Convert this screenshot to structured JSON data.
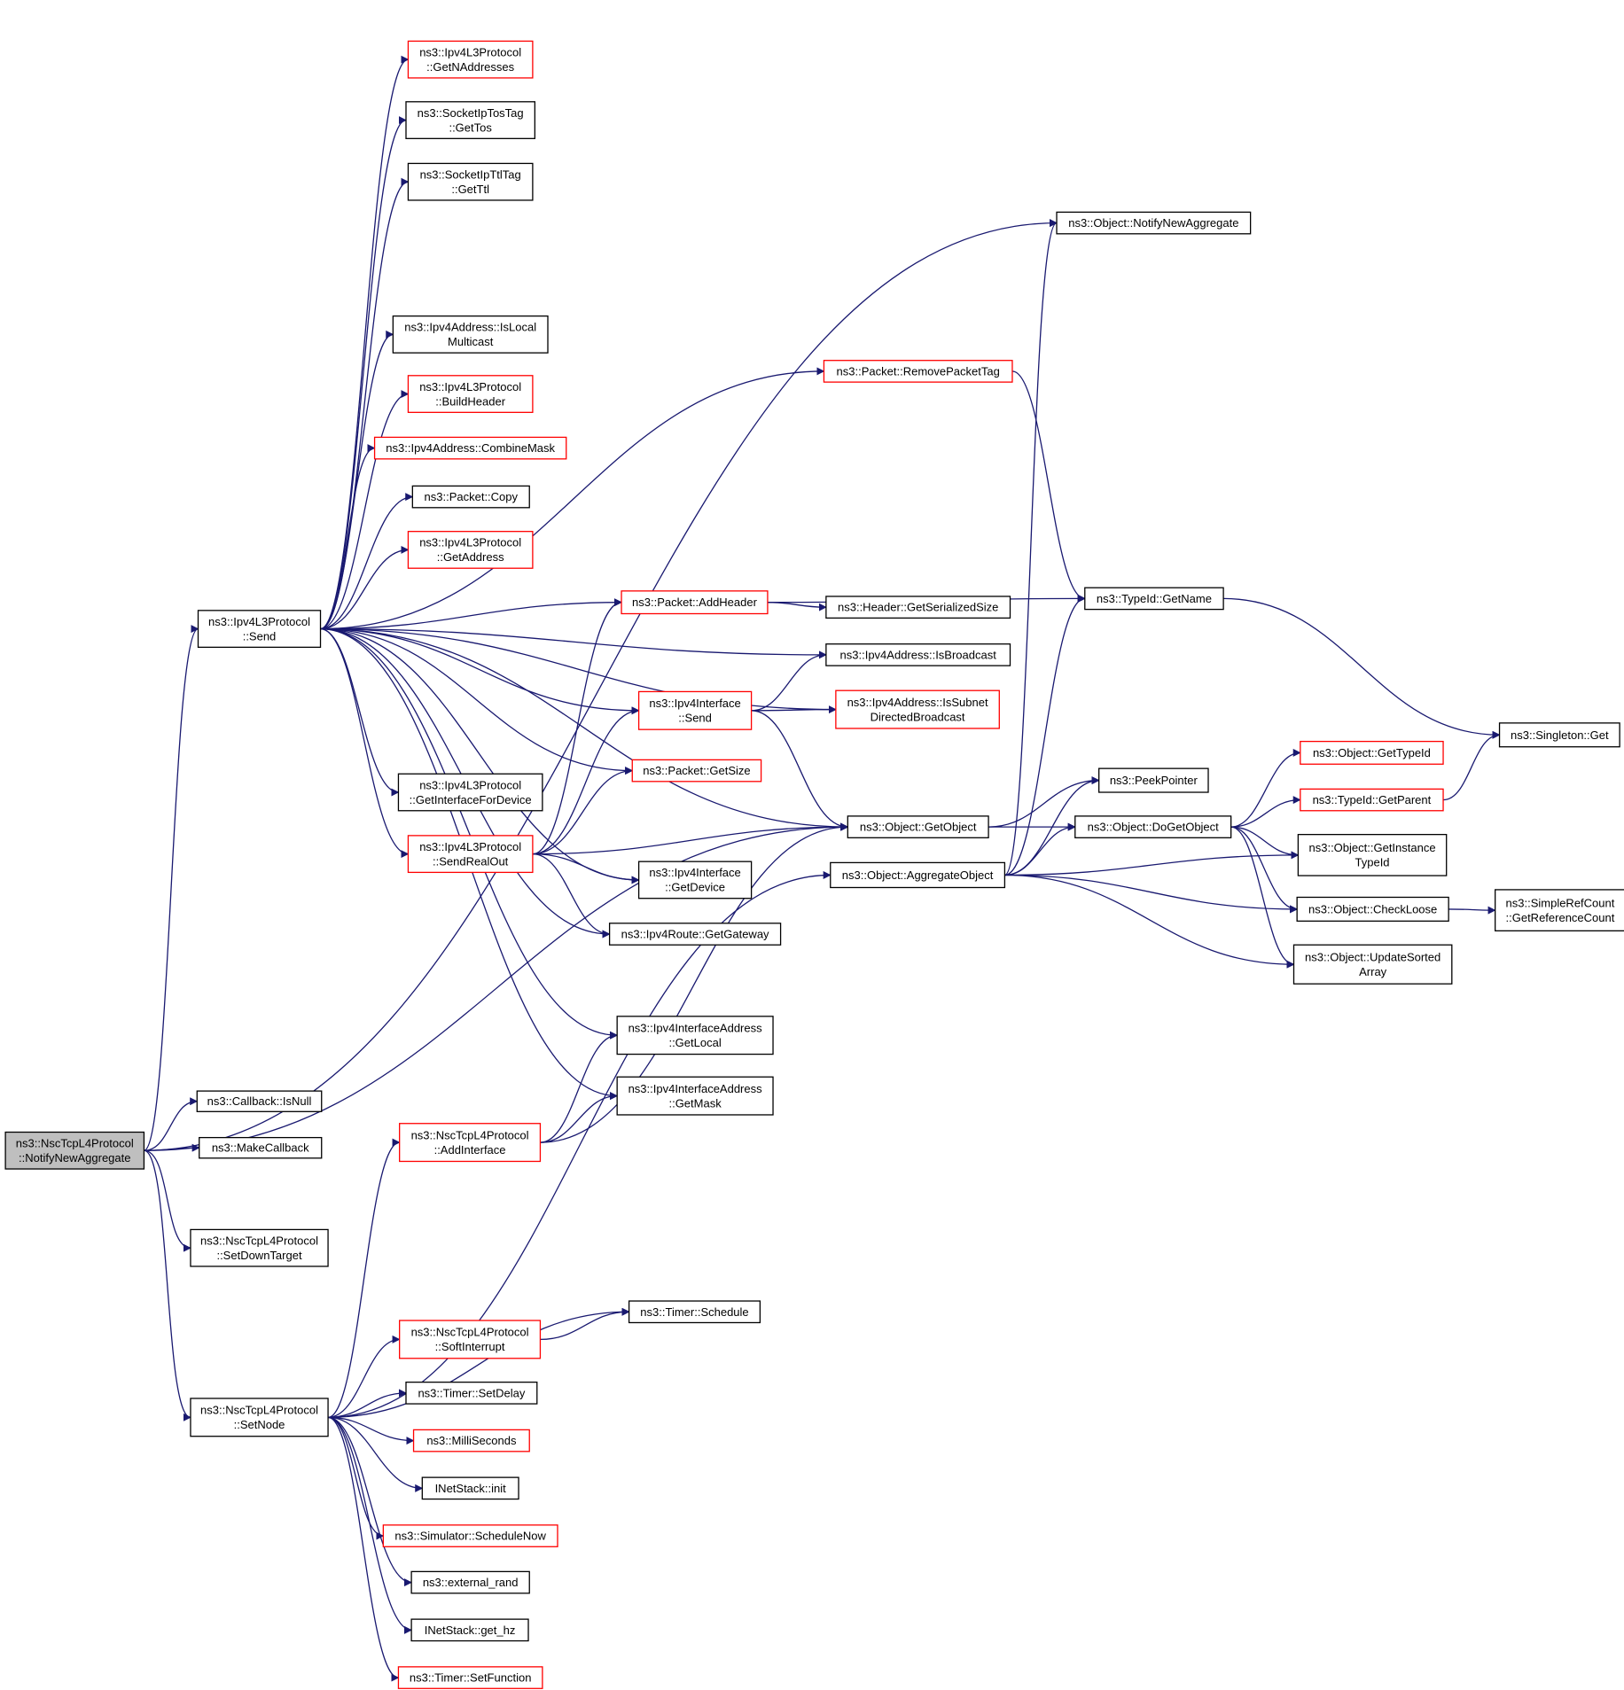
{
  "nodes": [
    {
      "id": "root",
      "lines": [
        "ns3::NscTcpL4Protocol",
        "::NotifyNewAggregate"
      ],
      "root": true
    },
    {
      "id": "ipv4l3_send",
      "lines": [
        "ns3::Ipv4L3Protocol",
        "::Send"
      ]
    },
    {
      "id": "callback_isnull",
      "lines": [
        "ns3::Callback::IsNull"
      ]
    },
    {
      "id": "makecallback",
      "lines": [
        "ns3::MakeCallback"
      ]
    },
    {
      "id": "setdowntarget",
      "lines": [
        "ns3::NscTcpL4Protocol",
        "::SetDownTarget"
      ]
    },
    {
      "id": "setnode",
      "lines": [
        "ns3::NscTcpL4Protocol",
        "::SetNode"
      ]
    },
    {
      "id": "getnaddresses",
      "lines": [
        "ns3::Ipv4L3Protocol",
        "::GetNAddresses"
      ],
      "truncated": true
    },
    {
      "id": "gettos",
      "lines": [
        "ns3::SocketIpTosTag",
        "::GetTos"
      ]
    },
    {
      "id": "getttl",
      "lines": [
        "ns3::SocketIpTtlTag",
        "::GetTtl"
      ]
    },
    {
      "id": "islocalmulticast",
      "lines": [
        "ns3::Ipv4Address::IsLocal",
        "Multicast"
      ]
    },
    {
      "id": "buildheader",
      "lines": [
        "ns3::Ipv4L3Protocol",
        "::BuildHeader"
      ],
      "truncated": true
    },
    {
      "id": "combinemask",
      "lines": [
        "ns3::Ipv4Address::CombineMask"
      ],
      "truncated": true
    },
    {
      "id": "packet_copy",
      "lines": [
        "ns3::Packet::Copy"
      ]
    },
    {
      "id": "getaddress",
      "lines": [
        "ns3::Ipv4L3Protocol",
        "::GetAddress"
      ],
      "truncated": true
    },
    {
      "id": "getinterfacefordevice",
      "lines": [
        "ns3::Ipv4L3Protocol",
        "::GetInterfaceForDevice"
      ]
    },
    {
      "id": "sendrealout",
      "lines": [
        "ns3::Ipv4L3Protocol",
        "::SendRealOut"
      ],
      "truncated": true
    },
    {
      "id": "addheader",
      "lines": [
        "ns3::Packet::AddHeader"
      ],
      "truncated": true
    },
    {
      "id": "iface_send",
      "lines": [
        "ns3::Ipv4Interface",
        "::Send"
      ],
      "truncated": true
    },
    {
      "id": "getsize",
      "lines": [
        "ns3::Packet::GetSize"
      ],
      "truncated": true
    },
    {
      "id": "iface_getdevice",
      "lines": [
        "ns3::Ipv4Interface",
        "::GetDevice"
      ]
    },
    {
      "id": "getgateway",
      "lines": [
        "ns3::Ipv4Route::GetGateway"
      ]
    },
    {
      "id": "getlocal",
      "lines": [
        "ns3::Ipv4InterfaceAddress",
        "::GetLocal"
      ]
    },
    {
      "id": "getmask",
      "lines": [
        "ns3::Ipv4InterfaceAddress",
        "::GetMask"
      ]
    },
    {
      "id": "addinterface",
      "lines": [
        "ns3::NscTcpL4Protocol",
        "::AddInterface"
      ],
      "truncated": true
    },
    {
      "id": "softinterrupt",
      "lines": [
        "ns3::NscTcpL4Protocol",
        "::SoftInterrupt"
      ],
      "truncated": true
    },
    {
      "id": "timer_schedule",
      "lines": [
        "ns3::Timer::Schedule"
      ]
    },
    {
      "id": "timer_setdelay",
      "lines": [
        "ns3::Timer::SetDelay"
      ]
    },
    {
      "id": "milliseconds",
      "lines": [
        "ns3::MilliSeconds"
      ],
      "truncated": true
    },
    {
      "id": "inetstack_init",
      "lines": [
        "INetStack::init"
      ]
    },
    {
      "id": "schedulenow",
      "lines": [
        "ns3::Simulator::ScheduleNow"
      ],
      "truncated": true
    },
    {
      "id": "external_rand",
      "lines": [
        "ns3::external_rand"
      ]
    },
    {
      "id": "get_hz",
      "lines": [
        "INetStack::get_hz"
      ]
    },
    {
      "id": "setfunction",
      "lines": [
        "ns3::Timer::SetFunction"
      ],
      "truncated": true
    },
    {
      "id": "obj_notifynewaggregate",
      "lines": [
        "ns3::Object::NotifyNewAggregate"
      ]
    },
    {
      "id": "removepackettag",
      "lines": [
        "ns3::Packet::RemovePacketTag"
      ],
      "truncated": true
    },
    {
      "id": "getserializedsize",
      "lines": [
        "ns3::Header::GetSerializedSize"
      ]
    },
    {
      "id": "isbroadcast",
      "lines": [
        "ns3::Ipv4Address::IsBroadcast"
      ]
    },
    {
      "id": "issubnetdirected",
      "lines": [
        "ns3::Ipv4Address::IsSubnet",
        "DirectedBroadcast"
      ],
      "truncated": true
    },
    {
      "id": "obj_getobject",
      "lines": [
        "ns3::Object::GetObject"
      ]
    },
    {
      "id": "aggregateobject",
      "lines": [
        "ns3::Object::AggregateObject"
      ]
    },
    {
      "id": "typeid_getname",
      "lines": [
        "ns3::TypeId::GetName"
      ]
    },
    {
      "id": "peekpointer",
      "lines": [
        "ns3::PeekPointer"
      ]
    },
    {
      "id": "dogetobject",
      "lines": [
        "ns3::Object::DoGetObject"
      ]
    },
    {
      "id": "singleton_get",
      "lines": [
        "ns3::Singleton::Get"
      ]
    },
    {
      "id": "obj_gettypeid",
      "lines": [
        "ns3::Object::GetTypeId"
      ],
      "truncated": true
    },
    {
      "id": "typeid_getparent",
      "lines": [
        "ns3::TypeId::GetParent"
      ],
      "truncated": true
    },
    {
      "id": "getinstancetypeid",
      "lines": [
        "ns3::Object::GetInstance",
        "TypeId"
      ]
    },
    {
      "id": "checkloose",
      "lines": [
        "ns3::Object::CheckLoose"
      ]
    },
    {
      "id": "updatesortedarray",
      "lines": [
        "ns3::Object::UpdateSorted",
        "Array"
      ]
    },
    {
      "id": "getreferencecount",
      "lines": [
        "ns3::SimpleRefCount",
        "::GetReferenceCount"
      ]
    }
  ],
  "edges": [
    [
      "root",
      "ipv4l3_send"
    ],
    [
      "root",
      "obj_notifynewaggregate"
    ],
    [
      "root",
      "callback_isnull"
    ],
    [
      "root",
      "makecallback"
    ],
    [
      "root",
      "setdowntarget"
    ],
    [
      "root",
      "setnode"
    ],
    [
      "root",
      "obj_getobject"
    ],
    [
      "ipv4l3_send",
      "getnaddresses"
    ],
    [
      "ipv4l3_send",
      "gettos"
    ],
    [
      "ipv4l3_send",
      "getttl"
    ],
    [
      "ipv4l3_send",
      "removepackettag"
    ],
    [
      "ipv4l3_send",
      "isbroadcast"
    ],
    [
      "ipv4l3_send",
      "islocalmulticast"
    ],
    [
      "ipv4l3_send",
      "buildheader"
    ],
    [
      "ipv4l3_send",
      "combinemask"
    ],
    [
      "ipv4l3_send",
      "packet_copy"
    ],
    [
      "ipv4l3_send",
      "getaddress"
    ],
    [
      "ipv4l3_send",
      "addheader"
    ],
    [
      "ipv4l3_send",
      "issubnetdirected"
    ],
    [
      "ipv4l3_send",
      "iface_send"
    ],
    [
      "ipv4l3_send",
      "getsize"
    ],
    [
      "ipv4l3_send",
      "getinterfacefordevice"
    ],
    [
      "ipv4l3_send",
      "sendrealout"
    ],
    [
      "ipv4l3_send",
      "iface_getdevice"
    ],
    [
      "ipv4l3_send",
      "getgateway"
    ],
    [
      "ipv4l3_send",
      "obj_getobject"
    ],
    [
      "ipv4l3_send",
      "getlocal"
    ],
    [
      "ipv4l3_send",
      "getmask"
    ],
    [
      "sendrealout",
      "addheader"
    ],
    [
      "sendrealout",
      "iface_send"
    ],
    [
      "sendrealout",
      "getsize"
    ],
    [
      "sendrealout",
      "obj_getobject"
    ],
    [
      "sendrealout",
      "iface_getdevice"
    ],
    [
      "sendrealout",
      "getgateway"
    ],
    [
      "addheader",
      "getserializedsize"
    ],
    [
      "addheader",
      "typeid_getname"
    ],
    [
      "iface_send",
      "isbroadcast"
    ],
    [
      "iface_send",
      "issubnetdirected"
    ],
    [
      "iface_send",
      "obj_getobject"
    ],
    [
      "removepackettag",
      "typeid_getname"
    ],
    [
      "addinterface",
      "getlocal"
    ],
    [
      "addinterface",
      "getmask"
    ],
    [
      "addinterface",
      "obj_getobject"
    ],
    [
      "setnode",
      "addinterface"
    ],
    [
      "setnode",
      "aggregateobject"
    ],
    [
      "setnode",
      "timer_schedule"
    ],
    [
      "setnode",
      "softinterrupt"
    ],
    [
      "setnode",
      "timer_setdelay"
    ],
    [
      "setnode",
      "milliseconds"
    ],
    [
      "setnode",
      "inetstack_init"
    ],
    [
      "setnode",
      "schedulenow"
    ],
    [
      "setnode",
      "external_rand"
    ],
    [
      "setnode",
      "get_hz"
    ],
    [
      "setnode",
      "setfunction"
    ],
    [
      "softinterrupt",
      "timer_schedule"
    ],
    [
      "obj_getobject",
      "peekpointer"
    ],
    [
      "obj_getobject",
      "dogetobject"
    ],
    [
      "aggregateobject",
      "obj_notifynewaggregate"
    ],
    [
      "aggregateobject",
      "typeid_getname"
    ],
    [
      "aggregateobject",
      "peekpointer"
    ],
    [
      "aggregateobject",
      "dogetobject"
    ],
    [
      "aggregateobject",
      "getinstancetypeid"
    ],
    [
      "aggregateobject",
      "checkloose"
    ],
    [
      "aggregateobject",
      "updatesortedarray"
    ],
    [
      "typeid_getname",
      "singleton_get"
    ],
    [
      "dogetobject",
      "obj_gettypeid"
    ],
    [
      "dogetobject",
      "typeid_getparent"
    ],
    [
      "dogetobject",
      "getinstancetypeid"
    ],
    [
      "dogetobject",
      "checkloose"
    ],
    [
      "dogetobject",
      "updatesortedarray"
    ],
    [
      "typeid_getparent",
      "singleton_get"
    ],
    [
      "checkloose",
      "getreferencecount"
    ]
  ]
}
